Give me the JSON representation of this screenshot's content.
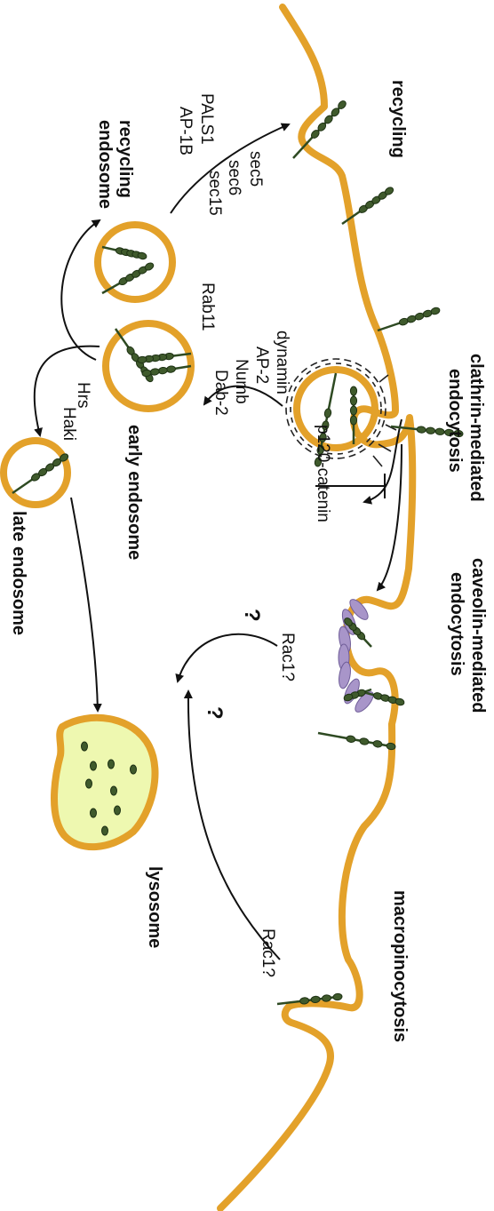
{
  "labels": {
    "recycling": "recycling",
    "clathrin": [
      "clathrin-mediated",
      "endocytosis"
    ],
    "caveolin": [
      "caveolin-mediated",
      "endocytosis"
    ],
    "macropinocytosis": "macropinocytosis",
    "recycling_endosome": [
      "recycling",
      "endosome"
    ],
    "early_endosome": "early endosome",
    "late_endosome": "late endosome",
    "lysosome": "lysosome"
  },
  "proteins": {
    "pals1": "PALS1",
    "ap1b": "AP-1B",
    "sec5": "sec5",
    "sec6": "sec6",
    "sec15": "sec15",
    "rab11": "Rab11",
    "dynamin": "dynamin",
    "ap2": "AP-2",
    "numb": "Numb",
    "dab2": "Dab-2",
    "p120": "p120-catenin",
    "hrs": "Hrs",
    "haki": "Haki",
    "rac1_caveolin": "Rac1?",
    "rac1_macro": "Rac1?",
    "question_1": "?",
    "question_2": "?"
  },
  "colors": {
    "membrane": "#e3a12a",
    "receptor": "#3f5a2c",
    "clathrin": "#222222",
    "caveolin": "#a895c9",
    "lysosome_fill": "#eef8b0"
  }
}
